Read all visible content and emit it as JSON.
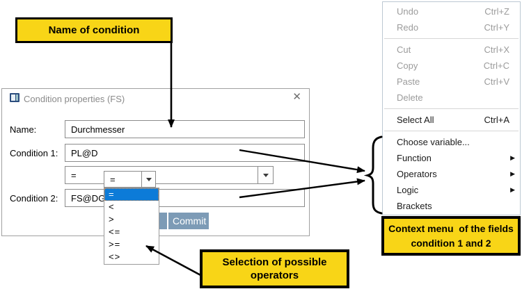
{
  "callouts": {
    "name": {
      "text": "Name of condition"
    },
    "operators": {
      "line1": "Selection of possible",
      "line2": "operators"
    },
    "context": {
      "line1": "Context menu  of the fields",
      "line2": "condition 1 and 2"
    }
  },
  "dialog": {
    "title": "Condition properties (FS)",
    "fields": {
      "name": {
        "label": "Name:",
        "value": "Durchmesser"
      },
      "cond1": {
        "label": "Condition 1:",
        "value": "PL@D"
      },
      "cond2": {
        "label": "Condition 2:",
        "value": "FS@DG"
      }
    },
    "operator_combo": {
      "value": "="
    },
    "operator_overlay": {
      "value": "=",
      "selected_index": 0,
      "options": [
        "=",
        "<",
        ">",
        "<=",
        ">=",
        "<>"
      ]
    },
    "buttons": {
      "commit": "Commit"
    }
  },
  "context_menu": {
    "items": [
      {
        "label": "Undo",
        "shortcut": "Ctrl+Z",
        "enabled": false
      },
      {
        "label": "Redo",
        "shortcut": "Ctrl+Y",
        "enabled": false
      },
      {
        "label": "Cut",
        "shortcut": "Ctrl+X",
        "enabled": false
      },
      {
        "label": "Copy",
        "shortcut": "Ctrl+C",
        "enabled": false
      },
      {
        "label": "Paste",
        "shortcut": "Ctrl+V",
        "enabled": false
      },
      {
        "label": "Delete",
        "shortcut": "",
        "enabled": false
      },
      {
        "label": "Select All",
        "shortcut": "Ctrl+A",
        "enabled": true
      },
      {
        "label": "Choose variable...",
        "shortcut": "",
        "enabled": true
      },
      {
        "label": "Function",
        "submenu": true,
        "enabled": true
      },
      {
        "label": "Operators",
        "submenu": true,
        "enabled": true
      },
      {
        "label": "Logic",
        "submenu": true,
        "enabled": true
      },
      {
        "label": "Brackets",
        "shortcut": "",
        "enabled": true
      }
    ]
  },
  "icons": {
    "close": "✕",
    "submenu_arrow": "▶"
  },
  "colors": {
    "callout_yellow": "#f8d517",
    "button_blue": "#7d9bb6",
    "selection_blue": "#0c7bd8",
    "disabled_text": "#9b9b9b",
    "title_text": "#8a8a8a"
  }
}
